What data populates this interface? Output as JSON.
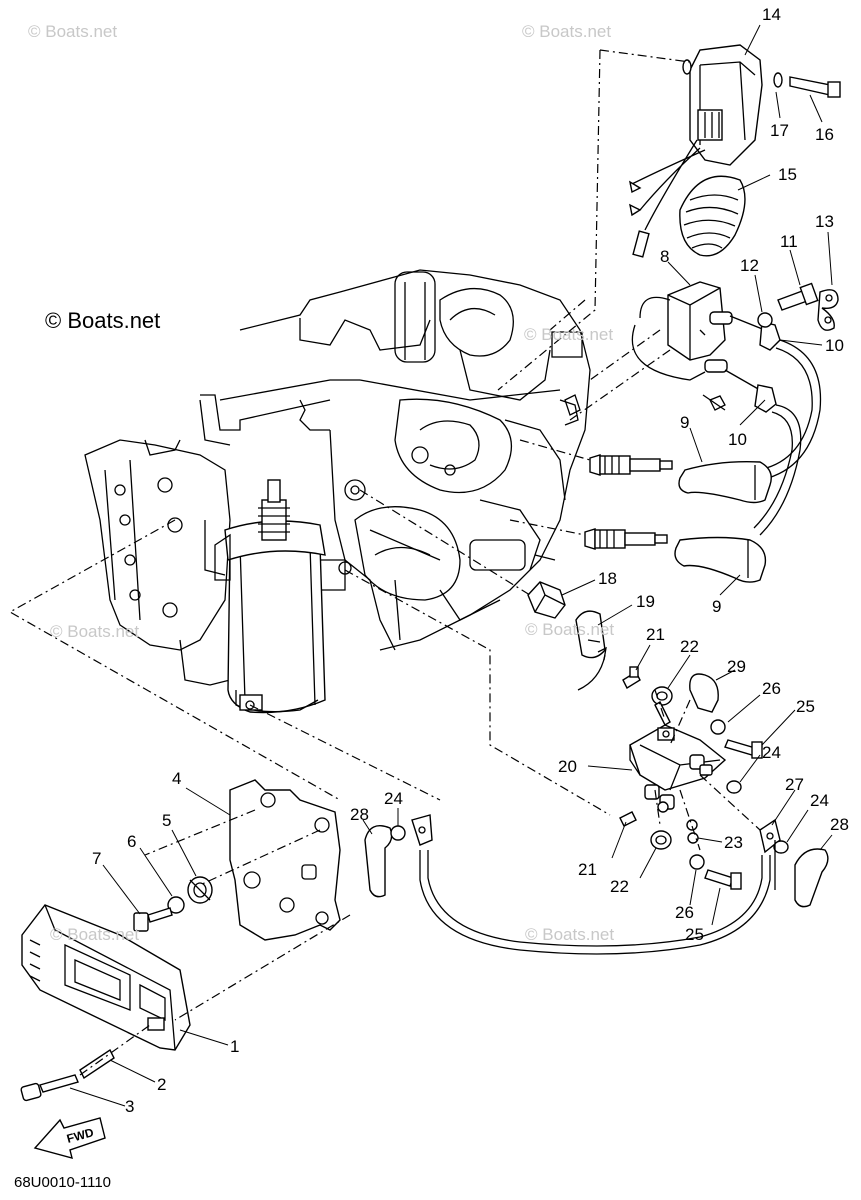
{
  "watermarks": {
    "main": "© Boats.net",
    "faint": "© Boats.net"
  },
  "diagram_code": "68U0010-1110",
  "fwd_label": "FWD",
  "callouts": [
    {
      "id": "c14",
      "label": "14"
    },
    {
      "id": "c15",
      "label": "15"
    },
    {
      "id": "c16",
      "label": "16"
    },
    {
      "id": "c17",
      "label": "17"
    },
    {
      "id": "c13",
      "label": "13"
    },
    {
      "id": "c11",
      "label": "11"
    },
    {
      "id": "c12",
      "label": "12"
    },
    {
      "id": "c8",
      "label": "8"
    },
    {
      "id": "c10a",
      "label": "10"
    },
    {
      "id": "c10b",
      "label": "10"
    },
    {
      "id": "c9a",
      "label": "9"
    },
    {
      "id": "c9b",
      "label": "9"
    },
    {
      "id": "c18",
      "label": "18"
    },
    {
      "id": "c19",
      "label": "19"
    },
    {
      "id": "c21a",
      "label": "21"
    },
    {
      "id": "c22a",
      "label": "22"
    },
    {
      "id": "c29",
      "label": "29"
    },
    {
      "id": "c26a",
      "label": "26"
    },
    {
      "id": "c25a",
      "label": "25"
    },
    {
      "id": "c24a",
      "label": "24"
    },
    {
      "id": "c20",
      "label": "20"
    },
    {
      "id": "c27",
      "label": "27"
    },
    {
      "id": "c24b",
      "label": "24"
    },
    {
      "id": "c28b",
      "label": "28"
    },
    {
      "id": "c23",
      "label": "23"
    },
    {
      "id": "c21b",
      "label": "21"
    },
    {
      "id": "c22b",
      "label": "22"
    },
    {
      "id": "c26b",
      "label": "26"
    },
    {
      "id": "c25b",
      "label": "25"
    },
    {
      "id": "c4",
      "label": "4"
    },
    {
      "id": "c28a",
      "label": "28"
    },
    {
      "id": "c24c",
      "label": "24"
    },
    {
      "id": "c5",
      "label": "5"
    },
    {
      "id": "c6",
      "label": "6"
    },
    {
      "id": "c7",
      "label": "7"
    },
    {
      "id": "c1",
      "label": "1"
    },
    {
      "id": "c2",
      "label": "2"
    },
    {
      "id": "c3",
      "label": "3"
    }
  ]
}
